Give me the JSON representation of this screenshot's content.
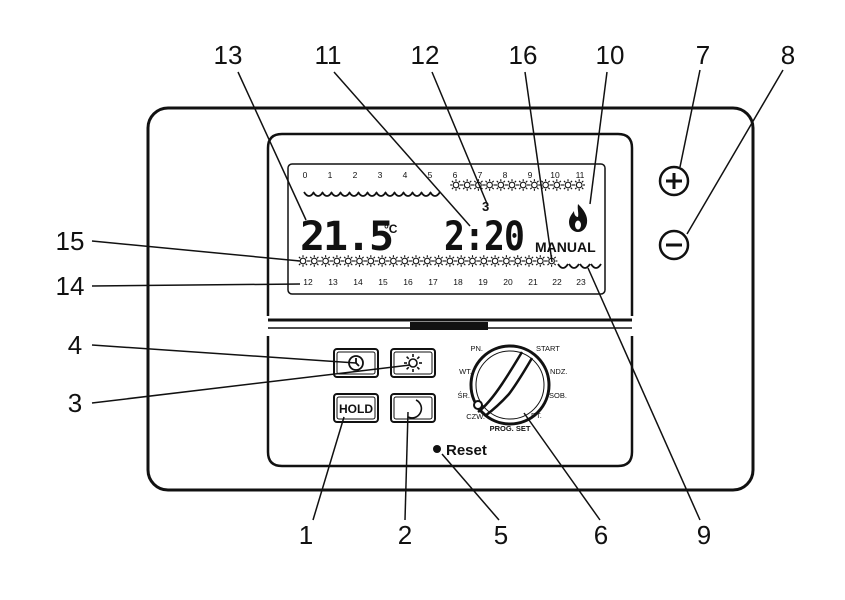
{
  "display": {
    "top_hours": [
      "0",
      "1",
      "2",
      "3",
      "4",
      "5",
      "6",
      "7",
      "8",
      "9",
      "10",
      "11"
    ],
    "bottom_hours": [
      "12",
      "13",
      "14",
      "15",
      "16",
      "17",
      "18",
      "19",
      "20",
      "21",
      "22",
      "23"
    ],
    "temperature": "21.5",
    "temp_unit": "°C",
    "day_number": "3",
    "time": "2:20",
    "mode": "MANUAL"
  },
  "buttons": {
    "hold": "HOLD",
    "reset": "Reset"
  },
  "dial": {
    "days": [
      "PN.",
      "WT.",
      "ŚR.",
      "CZW.",
      "PT.",
      "SOB.",
      "NDZ."
    ],
    "start": "START",
    "prog_set": "PROG. SET"
  },
  "callouts": [
    "1",
    "2",
    "3",
    "4",
    "5",
    "6",
    "7",
    "8",
    "9",
    "10",
    "11",
    "12",
    "13",
    "14",
    "15",
    "16"
  ],
  "icons": [
    "clock-icon",
    "sun-icon",
    "moon-icon",
    "flame-icon",
    "plus-icon",
    "minus-icon"
  ]
}
